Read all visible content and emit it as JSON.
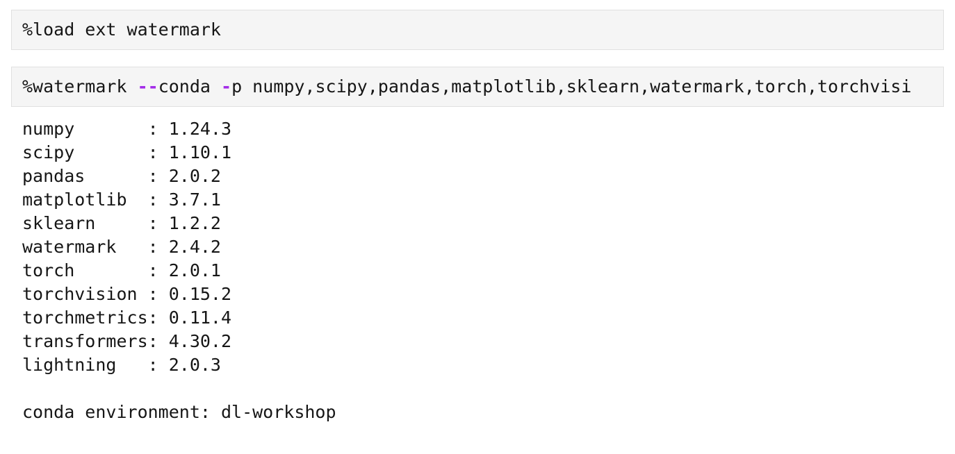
{
  "colors": {
    "page_background": "#FFFFFF",
    "cell_background": "#F5F5F5",
    "cell_border": "#E0E0E0",
    "code_text": "#161616",
    "operator": "#A32CE8"
  },
  "cells": [
    {
      "type": "code",
      "source": "%load_ext watermark"
    },
    {
      "type": "code",
      "tokens": [
        {
          "type": "plain",
          "text": "%watermark "
        },
        {
          "type": "operator",
          "text": "--"
        },
        {
          "type": "plain",
          "text": "conda "
        },
        {
          "type": "operator",
          "text": "-"
        },
        {
          "type": "plain",
          "text": "p numpy,scipy,pandas,matplotlib,sklearn,watermark,torch,torchvisi"
        }
      ]
    }
  ],
  "output": {
    "name_pad": 12,
    "packages": [
      {
        "name": "numpy",
        "version": "1.24.3"
      },
      {
        "name": "scipy",
        "version": "1.10.1"
      },
      {
        "name": "pandas",
        "version": "2.0.2"
      },
      {
        "name": "matplotlib",
        "version": "3.7.1"
      },
      {
        "name": "sklearn",
        "version": "1.2.2"
      },
      {
        "name": "watermark",
        "version": "2.4.2"
      },
      {
        "name": "torch",
        "version": "2.0.1"
      },
      {
        "name": "torchvision",
        "version": "0.15.2"
      },
      {
        "name": "torchmetrics",
        "version": "0.11.4"
      },
      {
        "name": "transformers",
        "version": "4.30.2"
      },
      {
        "name": "lightning",
        "version": "2.0.3"
      }
    ],
    "conda_line": "conda environment: dl-workshop"
  }
}
